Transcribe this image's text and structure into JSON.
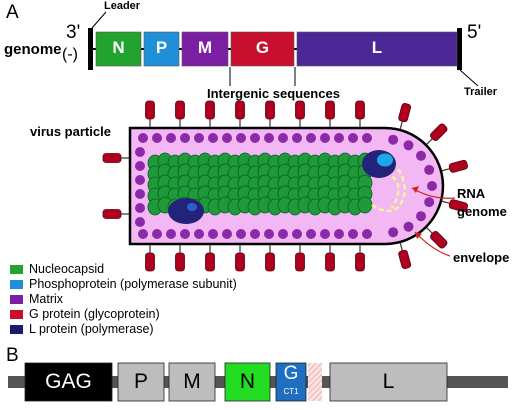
{
  "panels": {
    "a": "A",
    "b": "B"
  },
  "genome": {
    "label": "genome",
    "three_prime": "3'",
    "polarity": "(-)",
    "five_prime": "5'",
    "leader": "Leader",
    "trailer": "Trailer",
    "intergenic": "Intergenic sequences",
    "segments": [
      {
        "label": "N",
        "color": "#22a22e"
      },
      {
        "label": "P",
        "color": "#1f8fd8"
      },
      {
        "label": "M",
        "color": "#7a1fa2"
      },
      {
        "label": "G",
        "color": "#c8102e"
      },
      {
        "label": "L",
        "color": "#4b2896"
      }
    ]
  },
  "particle": {
    "label": "virus particle",
    "rna_genome": "RNA genome",
    "rna_line1": "RNA",
    "rna_line2": "genome",
    "envelope": "envelope"
  },
  "legend": [
    {
      "label": "Nucleocapsid",
      "color": "#22a22e"
    },
    {
      "label": "Phosphoprotein (polymerase subunit)",
      "color": "#1f8fd8"
    },
    {
      "label": "Matrix",
      "color": "#7a1fa2"
    },
    {
      "label": "G protein (glycoprotein)",
      "color": "#c8102e"
    },
    {
      "label": "L protein (polymerase)",
      "color": "#1a1a6e"
    }
  ],
  "construct": {
    "segments": [
      {
        "label": "GAG",
        "fill": "#000000",
        "text": "#ffffff"
      },
      {
        "label": "P",
        "fill": "#bdbdbd",
        "text": "#000000"
      },
      {
        "label": "M",
        "fill": "#bdbdbd",
        "text": "#000000"
      },
      {
        "label": "N",
        "fill": "#22dd22",
        "text": "#000000"
      },
      {
        "label": "G",
        "sub": "CT1",
        "fill": "#1f6fc0",
        "text": "#ffffff"
      },
      {
        "label": "L",
        "fill": "#bdbdbd",
        "text": "#000000"
      }
    ]
  }
}
